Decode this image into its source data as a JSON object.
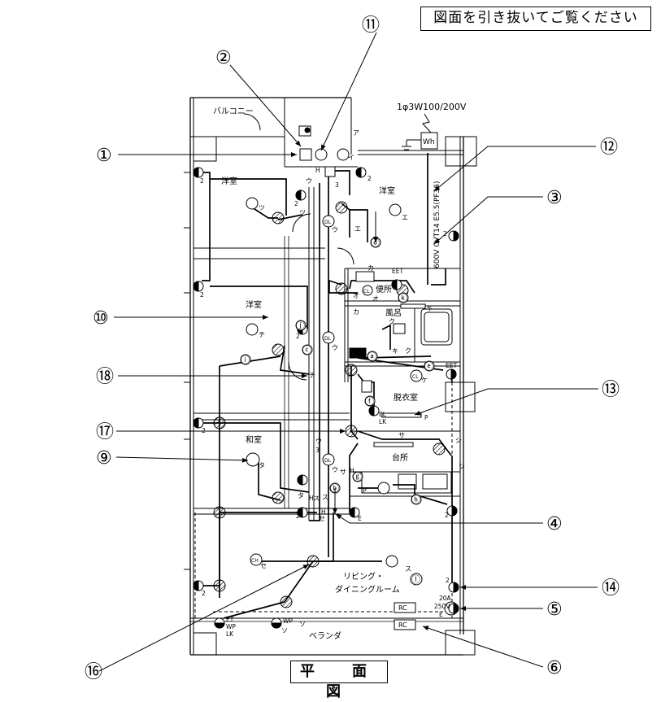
{
  "header": {
    "instruction": "図面を引き抜いてご覧ください"
  },
  "title": "平　面　図",
  "supply": "1φ3W100/200V",
  "meter": "Wh",
  "cable": "600V CVT14 E5.5(PF36)",
  "rooms": {
    "balcony": "バルコニー",
    "western1": "洋室",
    "western2": "洋室",
    "western3": "洋室",
    "japanese": "和室",
    "toilet": "便所",
    "bath": "風呂",
    "dressing": "脱衣室",
    "kitchen": "台所",
    "living": "リビング・",
    "living2": "ダイニングルーム",
    "veranda": "ベランダ"
  },
  "callouts": [
    "①",
    "②",
    "③",
    "④",
    "⑤",
    "⑥",
    "⑨",
    "⑩",
    "⑪",
    "⑫",
    "⑬",
    "⑭",
    "⑯",
    "⑰",
    "⑱"
  ],
  "markers": {
    "a": "ⓐ",
    "b": "ⓑ",
    "c": "ⓒ",
    "d": "ⓓ",
    "e": "ⓔ",
    "f": "ⓕ",
    "g": "ⓖ",
    "h": "ⓗ",
    "i": "ⓘ",
    "j": "ⓙ",
    "k": "ⓚ",
    "l": "ⓛ"
  },
  "switches": {
    "a": "ア",
    "i": "イ",
    "u": "ウ",
    "e": "エ",
    "o": "オ",
    "ka": "カ",
    "ki": "キ",
    "ku": "ク",
    "ke": "ケ",
    "sa": "サ",
    "shi": "シ",
    "su": "ス",
    "se": "セ",
    "so": "ソ",
    "ta": "タ",
    "chi": "チ",
    "tsu": "ツ"
  },
  "outlet_tags": {
    "two": "2",
    "three": "3",
    "eet": "EET",
    "et": "ET",
    "wp": "WP",
    "lk": "LK",
    "e": "E",
    "el": "EL",
    "hs": "Hス",
    "h": "H",
    "p": "P",
    "dl": "DL",
    "cl": "CL",
    "ch": "CH",
    "rc": "RC",
    "amp": "20A",
    "volt": "250V"
  }
}
